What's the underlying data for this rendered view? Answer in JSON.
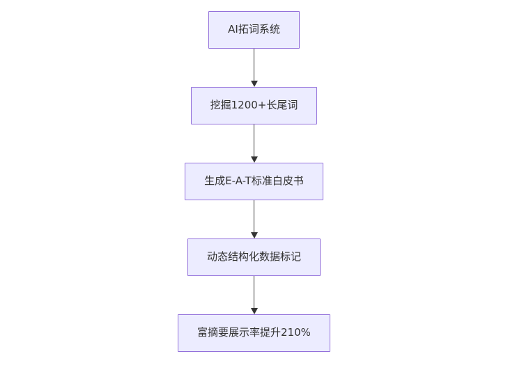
{
  "diagram": {
    "type": "flowchart",
    "direction": "top-down",
    "colors": {
      "node_fill": "#ECECFF",
      "node_border": "#9370DB",
      "node_text": "#333333",
      "arrow": "#333333",
      "background": "#ffffff"
    },
    "nodes": [
      {
        "id": "A",
        "label": "AI拓词系统"
      },
      {
        "id": "B",
        "label": "挖掘1200+长尾词"
      },
      {
        "id": "C",
        "label": "生成E-A-T标准白皮书"
      },
      {
        "id": "D",
        "label": "动态结构化数据标记"
      },
      {
        "id": "E",
        "label": "富摘要展示率提升210%"
      }
    ],
    "edges": [
      {
        "from": "A",
        "to": "B"
      },
      {
        "from": "B",
        "to": "C"
      },
      {
        "from": "C",
        "to": "D"
      },
      {
        "from": "D",
        "to": "E"
      }
    ]
  }
}
